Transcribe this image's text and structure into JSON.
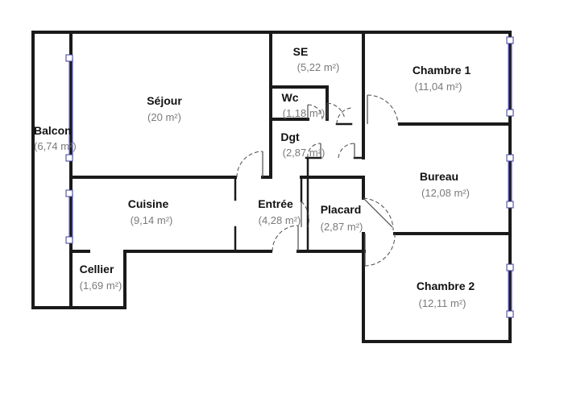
{
  "rooms": {
    "balcon": {
      "name": "Balcon",
      "area": "(6,74 m²)"
    },
    "sejour": {
      "name": "Séjour",
      "area": "(20 m²)"
    },
    "se": {
      "name": "SE",
      "area": "(5,22 m²)"
    },
    "chambre1": {
      "name": "Chambre 1",
      "area": "(11,04 m²)"
    },
    "wc": {
      "name": "Wc",
      "area": "(1,18 m²)"
    },
    "dgt": {
      "name": "Dgt",
      "area": "(2,87 m²)"
    },
    "bureau": {
      "name": "Bureau",
      "area": "(12,08 m²)"
    },
    "cuisine": {
      "name": "Cuisine",
      "area": "(9,14 m²)"
    },
    "entree": {
      "name": "Entrée",
      "area": "(4,28 m²)"
    },
    "placard": {
      "name": "Placard",
      "area": "(2,87 m²)"
    },
    "cellier": {
      "name": "Cellier",
      "area": "(1,69 m²)"
    },
    "chambre2": {
      "name": "Chambre 2",
      "area": "(12,11 m²)"
    }
  },
  "colors": {
    "wall": "#1a1a1a",
    "window": "#6b6bd6",
    "room_name": "#111111",
    "room_area": "#7a7a7a"
  }
}
